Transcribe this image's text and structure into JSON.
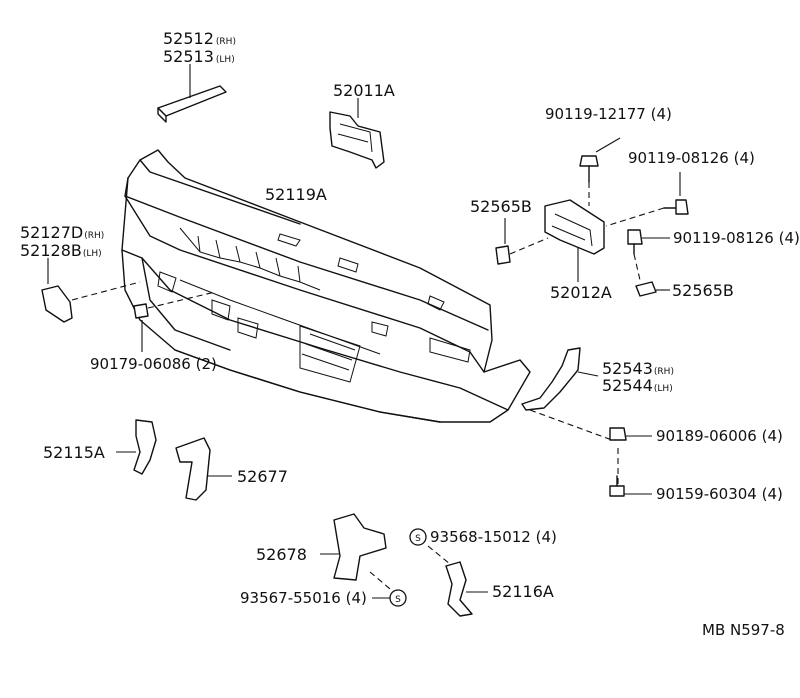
{
  "parts": {
    "p52512": "52512",
    "p52512_side": "(RH)",
    "p52513": "52513",
    "p52513_side": "(LH)",
    "p52011A": "52011A",
    "p52119A": "52119A",
    "p52127D": "52127D",
    "p52127D_side": "(RH)",
    "p52128B": "52128B",
    "p52128B_side": "(LH)",
    "p90179": "90179-06086 (2)",
    "p90119_12177": "90119-12177 (4)",
    "p90119_08126_a": "90119-08126 (4)",
    "p90119_08126_b": "90119-08126 (4)",
    "p52565B_a": "52565B",
    "p52565B_b": "52565B",
    "p52012A": "52012A",
    "p52543": "52543",
    "p52543_side": "(RH)",
    "p52544": "52544",
    "p52544_side": "(LH)",
    "p90189": "90189-06006 (4)",
    "p90159": "90159-60304 (4)",
    "p52115A": "52115A",
    "p52677": "52677",
    "p52678": "52678",
    "p93568": "93568-15012 (4)",
    "p93567": "93567-55016 (4)",
    "p52116A": "52116A"
  },
  "symbols": {
    "screw_mark": "S"
  },
  "footer": {
    "code": "MB  N597-8"
  }
}
